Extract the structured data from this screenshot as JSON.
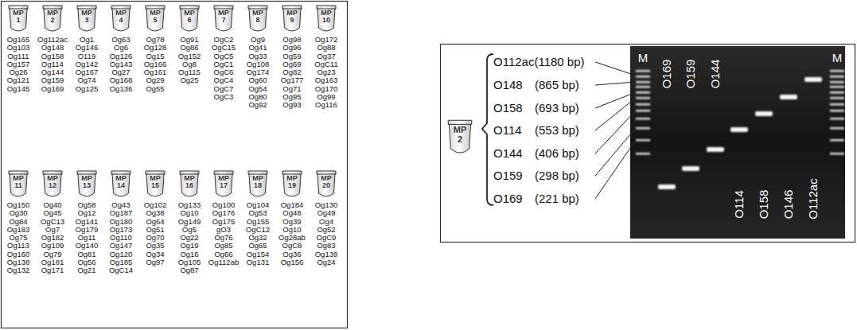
{
  "diagram": {
    "nodes": [
      {
        "text": [
          "MP 1",
          "Og165 Og103 Og111 Og157 Og26 Og121 Og145"
        ]
      },
      {
        "text": [
          "MP 2",
          "Og112ac Og148 Og158 Og114 Og144 Og159 Og169"
        ]
      },
      {
        "text": [
          "MP 3",
          "Og1 Og146 O119 Og142 Og167 Og74 Og125"
        ]
      },
      {
        "text": [
          "MP 4",
          "Og63 Og6 Og126 Og143 Og27 Og168 Og136"
        ]
      },
      {
        "text": [
          "MP 5",
          "Og78 Og128 Og15 Og166 Og161 Og29 Og55"
        ]
      },
      {
        "text": [
          "MP 6",
          "Og91 Og86 Og152 Og8 Og115 Og25"
        ]
      },
      {
        "text": [
          "MP 7",
          "OgC2 OgC15 OgC5 OgC1 OgC6 OgC4 OgC7 OgC3"
        ]
      },
      {
        "text": [
          "MP 8",
          "Og9 Og41 Og33 Og108 Og174 Og60 Og54 Og80 Og92"
        ]
      },
      {
        "text": [
          "MP 9",
          "Og98 Og96 Og59 Og69 Og82 Og177 Og71 Og95 Og93"
        ]
      },
      {
        "text": [
          "MP 10",
          "Og172 Og88 Og37 OgC11 Og23 Og163 Og170 Og99 Og116"
        ]
      },
      {
        "text": [
          "MP 11",
          "Og150 Og30 Og84 Og183 Og75 Og113 Og160 Og138 Og132"
        ]
      },
      {
        "text": [
          "MP 12",
          "Og40 Og45 OgC13 Og7 Og182 Og109 Og79 Og181 Og171"
        ]
      },
      {
        "text": [
          "MP 13",
          "Og58 Og12 Og141 Og179 Og11 Og140 Og81 Og56 Og21"
        ]
      },
      {
        "text": [
          "MP 14",
          "Og43 Og187 Og180 Og173 Og110 Og147 Og120 Og185 OgC14"
        ]
      },
      {
        "text": [
          "MP 15",
          "Og102 Og38 Og64 Og51 Og70 Og35 Og34 Og97"
        ]
      },
      {
        "text": [
          "MP 16",
          "Og133 Og10 Og149 Og5 Og22 Og19 Og16 Og105 Og87"
        ]
      },
      {
        "text": [
          "MP 17",
          "Og100 Og176 Og175 gO3 Og76 Og85 Og66 Og112ab"
        ]
      },
      {
        "text": [
          "MP 18",
          "Og104 Og53 Og155 OgC12 Og32 Og65 Og154 Og131"
        ]
      },
      {
        "text": [
          "MP 19",
          "Og184 Og48 Og39 Og10 Og28ab OgC8 Og36 Og156"
        ]
      },
      {
        "text": [
          "MP 20",
          "Og130 Og49 Og4 Og52 OgC9 Og83 Og139 Og24"
        ]
      },
      {
        "text": [
          "MP 2"
        ]
      }
    ],
    "labels": [
      "O112ac(1180 bp)",
      "O148",
      "(865 bp)",
      "O158",
      "(693 bp)",
      "O114",
      "(553 bp)",
      "O144",
      "(406 bp)",
      "O159",
      "(298 bp)",
      "O169",
      "(221 bp)",
      "M",
      "O169",
      "O159",
      "O144",
      "O114",
      "O158",
      "O146",
      "O112ac",
      "M"
    ]
  }
}
